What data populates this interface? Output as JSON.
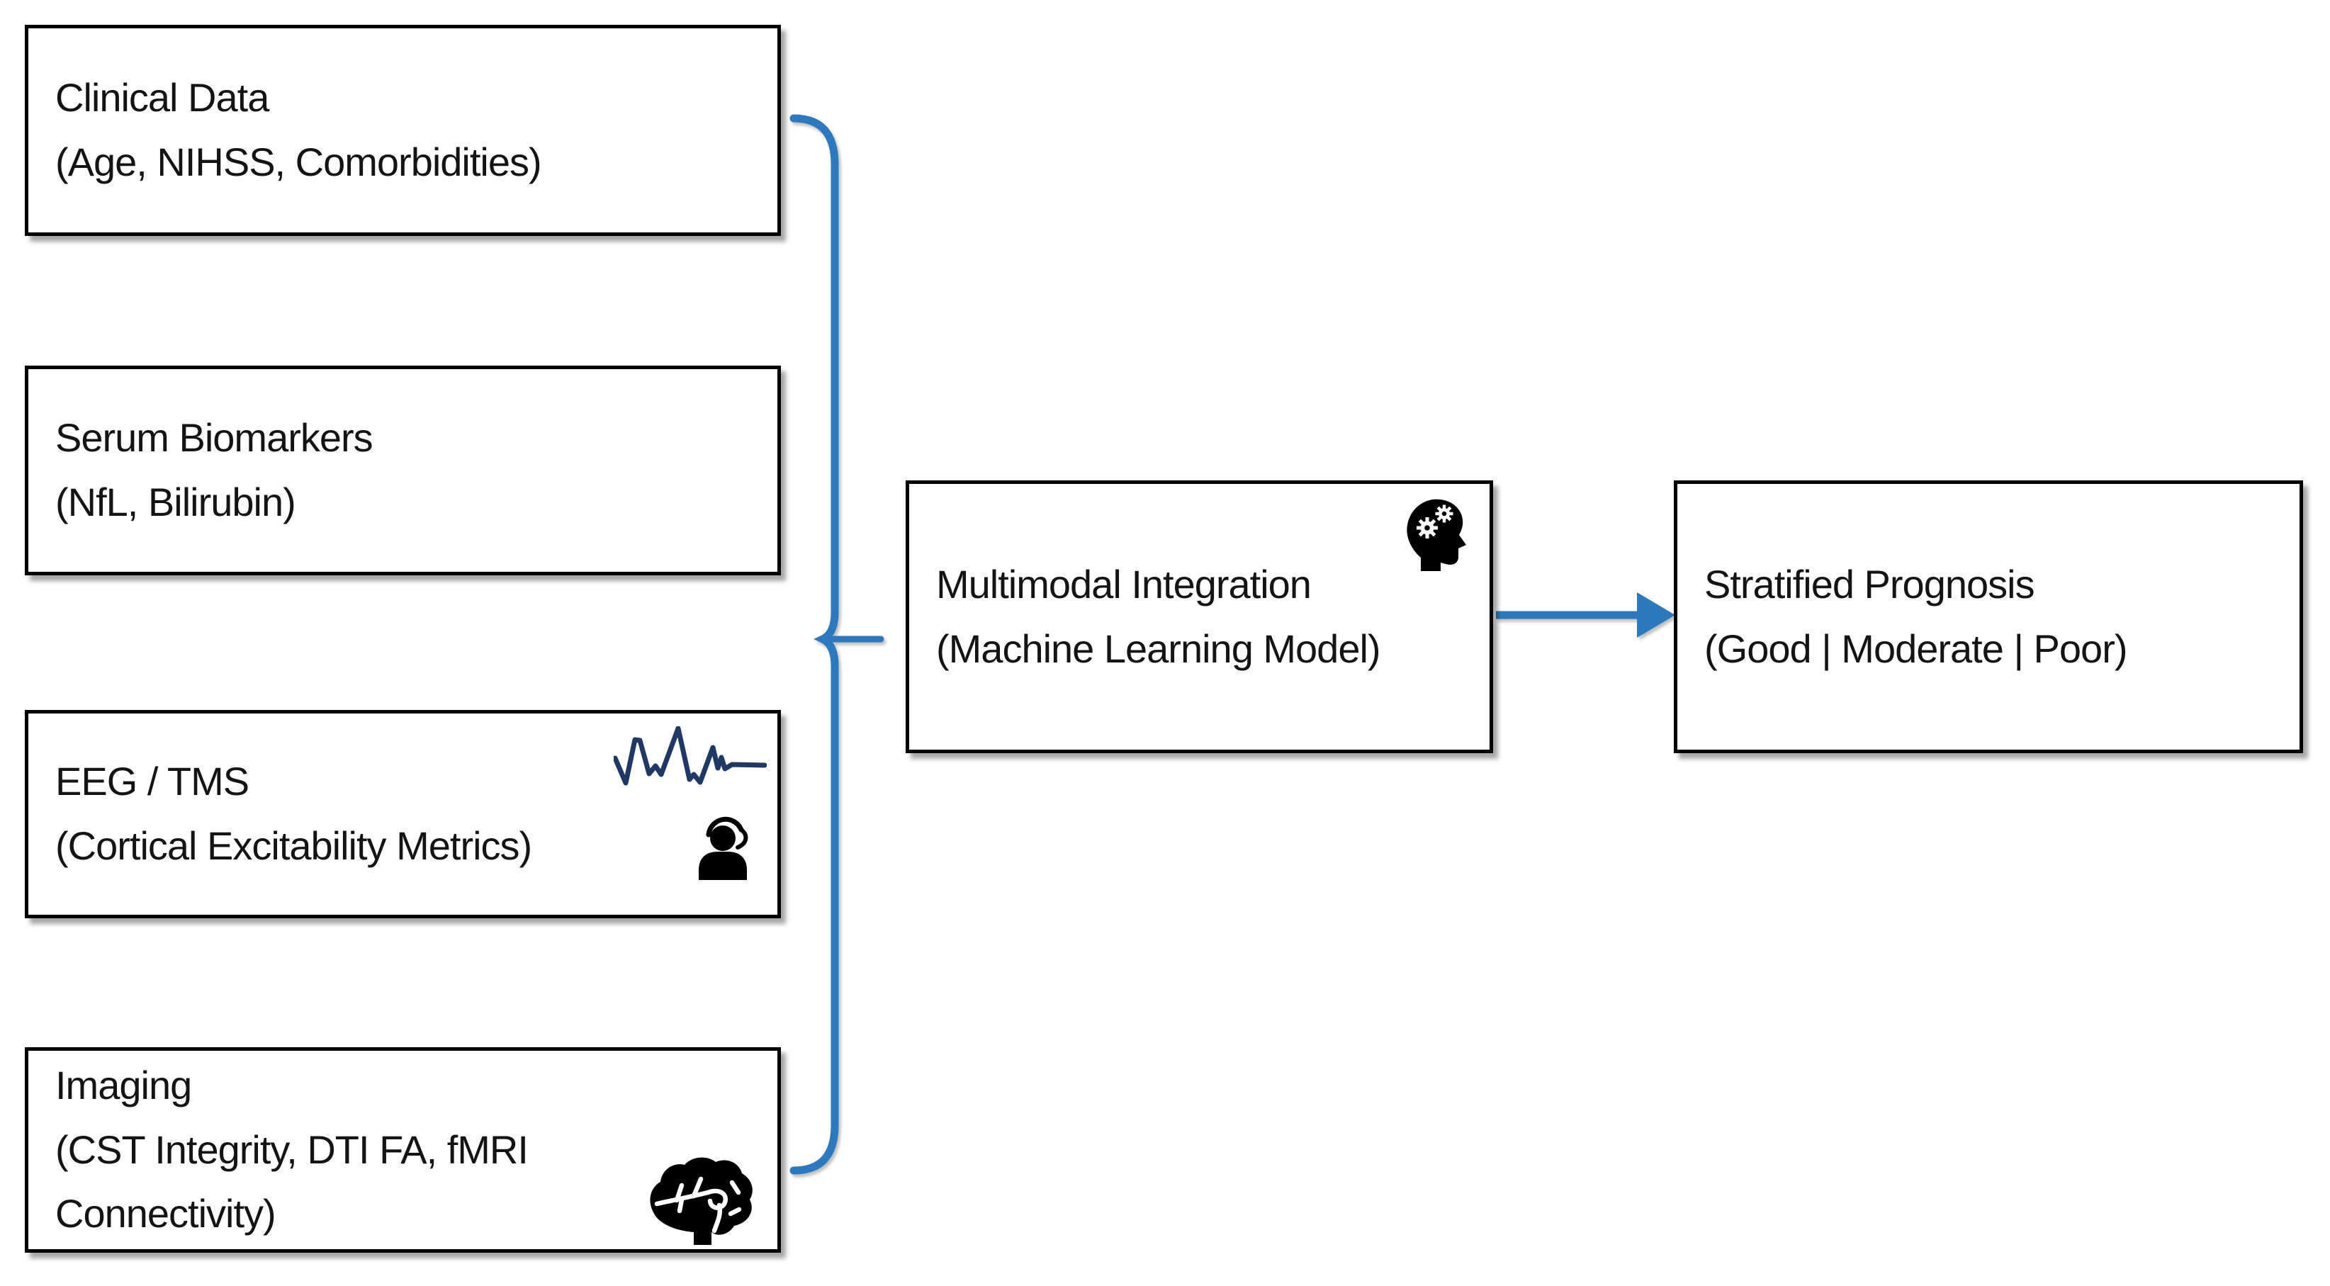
{
  "colors": {
    "background": "#ffffff",
    "box_border": "#000000",
    "text": "#141414",
    "accent_blue": "#2e79be",
    "waveform_navy": "#1f3864"
  },
  "boxes": {
    "clinical": {
      "line1": "Clinical Data",
      "line2": "(Age, NIHSS, Comorbidities)"
    },
    "serum": {
      "line1": "Serum Biomarkers",
      "line2": "(NfL, Bilirubin)"
    },
    "eeg_tms": {
      "line1": "EEG / TMS",
      "line2": "(Cortical Excitability Metrics)",
      "icons": [
        "eeg-waveform-icon",
        "person-headset-icon"
      ]
    },
    "imaging": {
      "line1": "Imaging",
      "line2": "(CST Integrity, DTI FA, fMRI Connectivity)",
      "icons": [
        "brain-icon"
      ]
    },
    "integration": {
      "line1": "Multimodal Integration",
      "line2": "(Machine Learning Model)",
      "icons": [
        "head-gears-icon"
      ]
    },
    "prognosis": {
      "line1": "Stratified Prognosis",
      "line2": "(Good | Moderate | Poor)"
    }
  },
  "connectors": {
    "brace": "curly-brace-grouping-left-inputs",
    "arrow": "integration-to-prognosis-arrow"
  }
}
